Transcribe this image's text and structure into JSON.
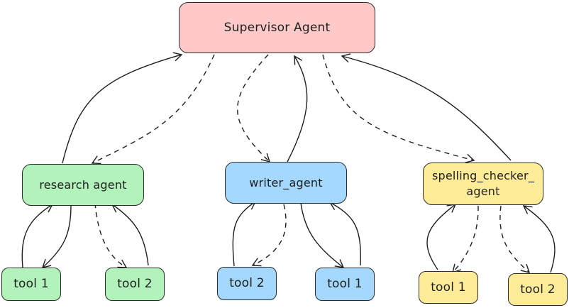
{
  "diagram": {
    "supervisor": {
      "label": "Supervisor Agent",
      "color": "#ffc9c9"
    },
    "agents": [
      {
        "label": "research agent",
        "color": "#b2f2bb",
        "tools": [
          {
            "label": "tool 1"
          },
          {
            "label": "tool 2"
          }
        ]
      },
      {
        "label": "writer_agent",
        "color": "#a5d8ff",
        "tools": [
          {
            "label": "tool 2"
          },
          {
            "label": "tool 1"
          }
        ]
      },
      {
        "label": "spelling_checker_ agent",
        "color": "#ffec99",
        "tools": [
          {
            "label": "tool 1"
          },
          {
            "label": "tool 2"
          }
        ]
      }
    ],
    "edge_styles": {
      "call": "dashed",
      "return": "solid"
    }
  }
}
